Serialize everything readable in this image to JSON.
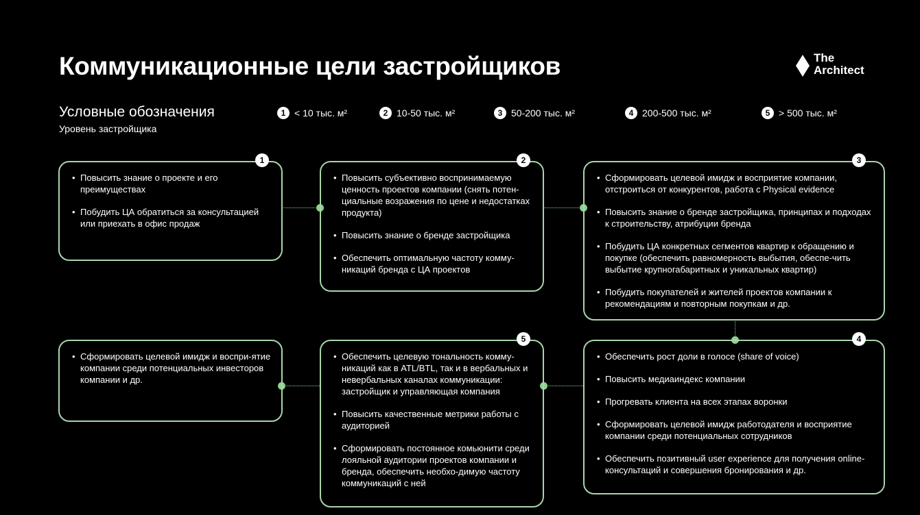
{
  "title": "Коммуникационные цели застройщиков",
  "logo": {
    "line1": "The",
    "line2": "Architect"
  },
  "legend": {
    "title": "Условные обозначения",
    "subtitle": "Уровень застройщика",
    "items": [
      {
        "num": "1",
        "label": "< 10 тыс. м²"
      },
      {
        "num": "2",
        "label": "10-50 тыс. м²"
      },
      {
        "num": "3",
        "label": "50-200 тыс. м²"
      },
      {
        "num": "4",
        "label": "200-500 тыс. м²"
      },
      {
        "num": "5",
        "label": "> 500 тыс. м²"
      }
    ]
  },
  "cards": {
    "c1": {
      "badge": "1",
      "items": [
        "Повысить знание о проекте и его преимуществах",
        "Побудить ЦА обратиться за консультацией или приехать в офис продаж"
      ]
    },
    "c2": {
      "badge": "2",
      "items": [
        "Повысить субъективно воспринимаемую ценность проектов компании (снять потен-циальные возражения по цене и недостатках продукта)",
        "Повысить знание о бренде застройщика",
        "Обеспечить оптимальную частоту комму-никаций бренда с ЦА проектов"
      ]
    },
    "c3": {
      "badge": "3",
      "items": [
        "Сформировать целевой имидж и восприятие компании, отстроиться от конкурентов, работа с Physical evidence",
        "Повысить знание о бренде застройщика, принципах и подходах к строительству, атрибуции бренда",
        "Побудить ЦА конкретных сегментов квартир к обращению и покупке (обеспечить равномерность выбытия, обеспе-чить выбытие крупногабаритных и уникальных квартир)",
        "Побудить покупателей и жителей проектов компании к рекомендациям и повторным покупкам и др."
      ]
    },
    "c4": {
      "badge": "4",
      "items": [
        "Обеспечить рост доли в голосе (share of voice)",
        "Повысить медиаиндекс компании",
        "Прогревать клиента на всех этапах воронки",
        "Сформировать целевой имидж работодателя и восприятие компании среди потенциальных сотрудников",
        "Обеспечить позитивный user experience для получения online-консультаций и совершения бронирования и др."
      ]
    },
    "c5": {
      "badge": "5",
      "items": [
        "Обеспечить целевую тональность комму-никаций как в ATL/BTL, так и в вербальных и невербальных каналах коммуникации: застройщик и управляющая компания",
        "Повысить качественные метрики работы с аудиторией",
        "Сформировать постоянное комьюнити среди лояльной аудитории проектов компании и бренда, обеспечить необхо-димую частоту коммуникаций с ней"
      ]
    },
    "c6": {
      "items": [
        "Сформировать целевой имидж и воспри-ятие компании среди потенциальных инвесторов компании и др."
      ]
    }
  }
}
